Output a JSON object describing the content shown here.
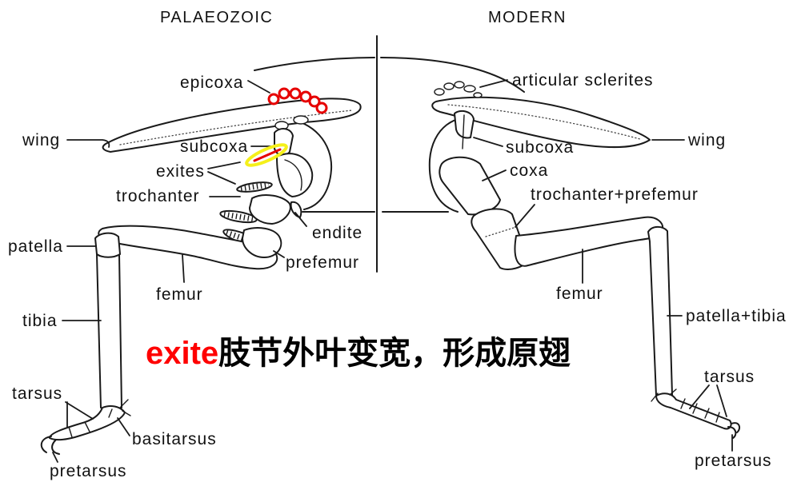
{
  "headers": {
    "palaeozoic": "PALAEOZOIC",
    "modern": "MODERN"
  },
  "palaeozoic": {
    "epicoxa": "epicoxa",
    "wing": "wing",
    "subcoxa": "subcoxa",
    "exites": "exites",
    "trochanter": "trochanter",
    "endite": "endite",
    "patella": "patella",
    "prefemur": "prefemur",
    "femur": "femur",
    "tibia": "tibia",
    "tarsus": "tarsus",
    "basitarsus": "basitarsus",
    "pretarsus": "pretarsus"
  },
  "modern": {
    "articular_sclerites": "articular sclerites",
    "subcoxa": "subcoxa",
    "wing": "wing",
    "coxa": "coxa",
    "trochanter_prefemur": "trochanter+prefemur",
    "femur": "femur",
    "patella_tibia": "patella+tibia",
    "tarsus": "tarsus",
    "pretarsus": "pretarsus"
  },
  "caption": {
    "highlight_word": "exite",
    "text": "肢节外叶变宽，形成原翅"
  },
  "colors": {
    "caption_highlight": "#ff0000",
    "annotation_red": "#e60000",
    "annotation_yellow": "#f5f01a"
  }
}
